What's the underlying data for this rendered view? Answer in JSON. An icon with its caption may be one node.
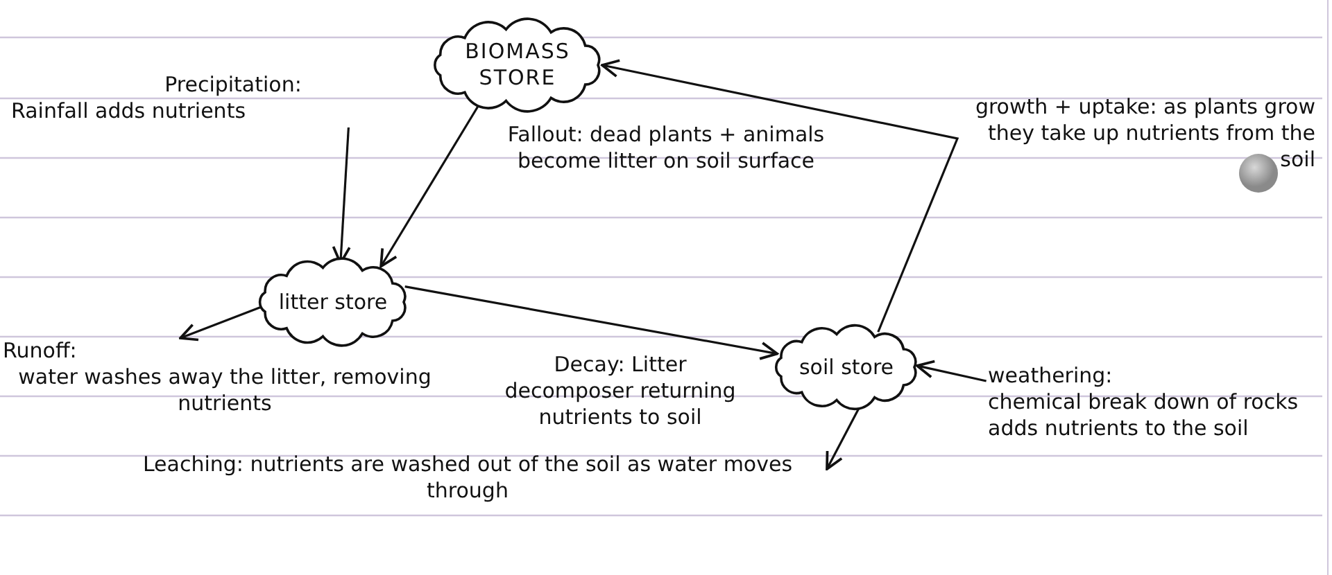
{
  "diagram": {
    "nodes": [
      {
        "text": [
          "BIOMASS STORE"
        ]
      },
      {
        "text": [
          "Precipitation:",
          "Rainfall adds nutrients"
        ]
      },
      {
        "text": [
          "litter store"
        ]
      },
      {
        "text": [
          "Runoff:",
          "water washes away the litter, removing nutrients"
        ]
      },
      {
        "text": [
          "soil store"
        ]
      },
      {
        "text": [
          "weathering:",
          "chemical break down of rocks adds nutrients to the soil"
        ]
      },
      {
        "text": [
          "Leaching: nutrients are washed out of the soil as water moves through"
        ]
      }
    ],
    "edges": [
      {
        "from": 0,
        "to": 2,
        "arrow": "to",
        "label": "Fallout: dead plants + animals become litter on soil surface"
      },
      {
        "from": 1,
        "to": 2,
        "arrow": "to"
      },
      {
        "from": 2,
        "to": 3,
        "arrow": "to"
      },
      {
        "from": 2,
        "to": 4,
        "arrow": "to",
        "label": "Decay: Litter decomposer returning nutrients to soil"
      },
      {
        "from": 4,
        "to": 0,
        "arrow": "to",
        "label": "growth + uptake: as plants grow they take up nutrients from the soil"
      },
      {
        "from": 5,
        "to": 4,
        "arrow": "to"
      },
      {
        "from": 4,
        "to": 6,
        "arrow": "to"
      }
    ]
  }
}
